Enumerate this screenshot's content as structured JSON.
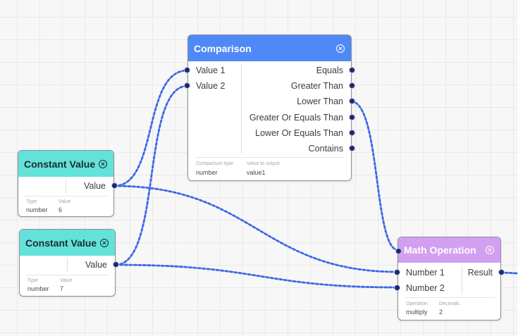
{
  "colors": {
    "comparison_header": "#4f89f7",
    "constant_header": "#63e2da",
    "math_header": "#d39ff0",
    "wire": "#3e66e6",
    "port": "#1b2a6b"
  },
  "nodes": {
    "comparison": {
      "title": "Comparison",
      "inputs": [
        "Value 1",
        "Value 2"
      ],
      "outputs": [
        "Equals",
        "Greater Than",
        "Lower Than",
        "Greater Or Equals Than",
        "Lower Or Equals Than",
        "Contains"
      ],
      "fields": [
        {
          "label": "Comparison type",
          "value": "number"
        },
        {
          "label": "Value to output",
          "value": "value1"
        }
      ]
    },
    "constant1": {
      "title": "Constant Value",
      "output": "Value",
      "fields": [
        {
          "label": "Type",
          "value": "number"
        },
        {
          "label": "Value",
          "value": "6"
        }
      ]
    },
    "constant2": {
      "title": "Constant Value",
      "output": "Value",
      "fields": [
        {
          "label": "Type",
          "value": "number"
        },
        {
          "label": "Value",
          "value": "7"
        }
      ]
    },
    "math": {
      "title": "Math Operation",
      "inputs": [
        "Number 1",
        "Number 2"
      ],
      "output": "Result",
      "fields": [
        {
          "label": "Operation",
          "value": "multiply"
        },
        {
          "label": "Decimals",
          "value": "2"
        }
      ]
    }
  },
  "connections": [
    {
      "from": "constant1.Value",
      "to": "comparison.Value 1"
    },
    {
      "from": "constant2.Value",
      "to": "comparison.Value 2"
    },
    {
      "from": "constant1.Value",
      "to": "math.Number 1"
    },
    {
      "from": "constant2.Value",
      "to": "math.Number 2"
    },
    {
      "from": "comparison.Lower Than",
      "to": "math.flow-in"
    },
    {
      "from": "math.Result",
      "to": "offscreen"
    }
  ]
}
